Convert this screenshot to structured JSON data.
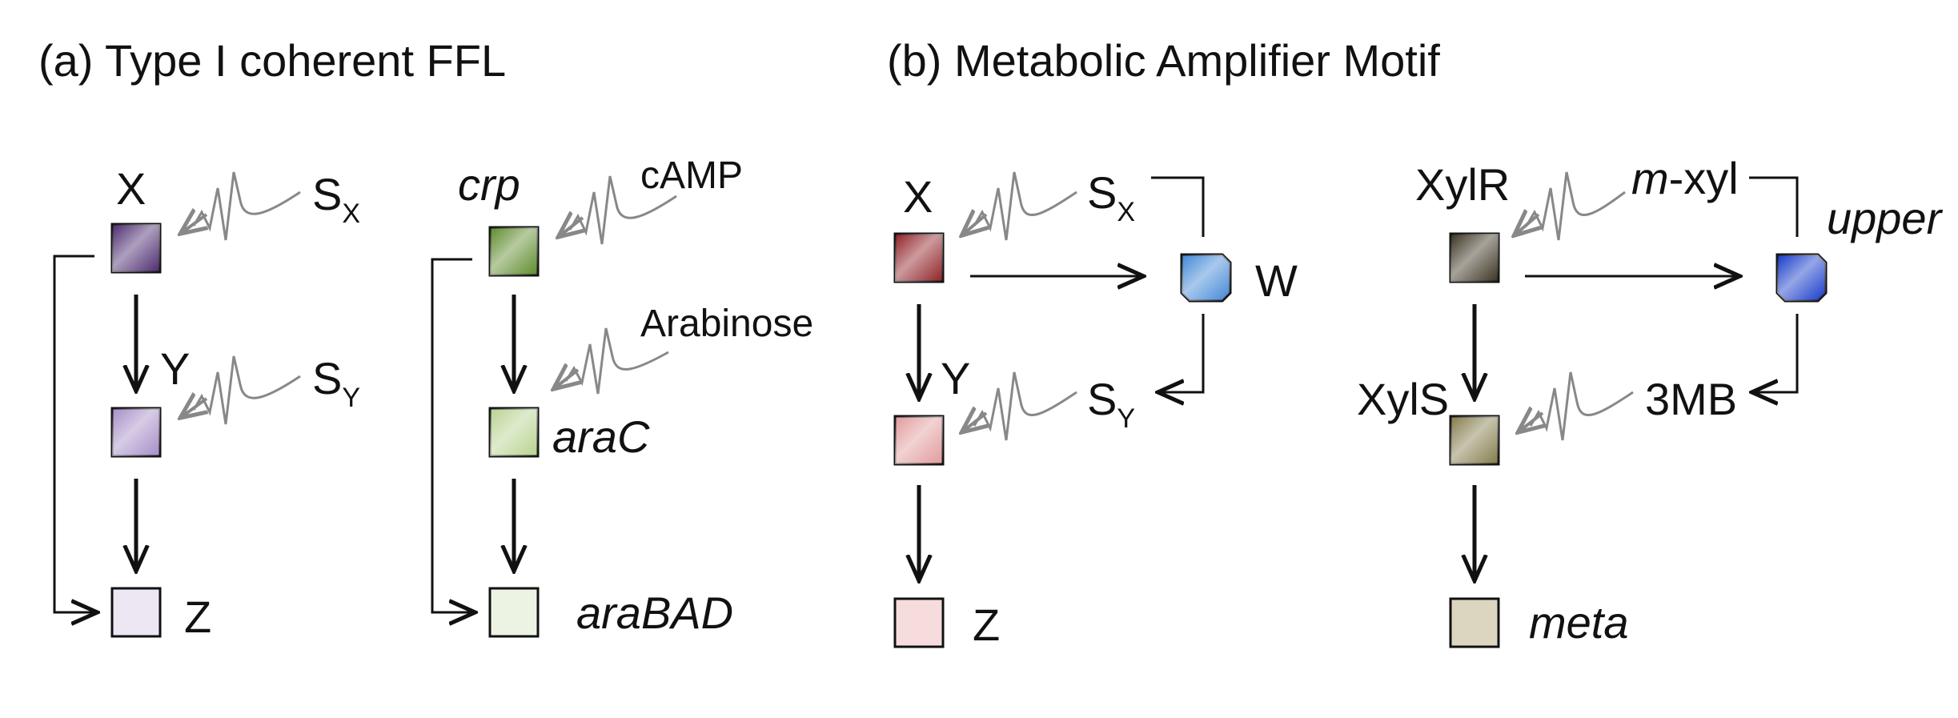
{
  "panel_a": {
    "title": "(a)  Type I coherent FFL",
    "generic": {
      "x": "X",
      "y": "Y",
      "z": "Z",
      "sx": "S",
      "sx_sub": "X",
      "sy": "S",
      "sy_sub": "Y",
      "colors": {
        "x": "#4b2a6f",
        "y": "#a58dc6",
        "z": "#ece7f3"
      }
    },
    "example": {
      "x": "crp",
      "y": "araC",
      "z": "araBAD",
      "sx": "cAMP",
      "sy": "Arabinose",
      "colors": {
        "x": "#5c8a2a",
        "y": "#b7d28f",
        "z": "#edf3e3"
      }
    }
  },
  "panel_b": {
    "title": "(b)   Metabolic Amplifier Motif",
    "generic": {
      "x": "X",
      "y": "Y",
      "z": "Z",
      "w": "W",
      "sx": "S",
      "sx_sub": "X",
      "sy": "S",
      "sy_sub": "Y",
      "colors": {
        "x": "#8f2025",
        "y": "#e19a9c",
        "z": "#f6dcdc",
        "w": "#3f86d6"
      }
    },
    "example": {
      "x": "XylR",
      "y": "XylS",
      "z": "meta",
      "w": "upper",
      "sx_prefix": "m",
      "sx_suffix": "-xyl",
      "sy": "3MB",
      "colors": {
        "x": "#3b3220",
        "y": "#837b4a",
        "z": "#dcd5c0",
        "w": "#1438c8"
      }
    }
  }
}
